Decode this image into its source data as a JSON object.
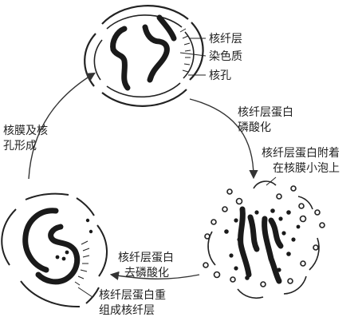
{
  "labels": {
    "lamina": "核纤层",
    "chromatin": "染色质",
    "pore": "核孔",
    "phosphorylation": [
      "核纤层蛋白",
      "磷酸化"
    ],
    "attach": [
      "核纤层蛋白附着",
      "在核膜小泡上"
    ],
    "dephosphorylation": [
      "核纤层蛋白",
      "去磷酸化"
    ],
    "reassembly": [
      "核纤层蛋白重",
      "组成核纤层"
    ],
    "membrane_formation": [
      "核膜及核",
      "孔形成"
    ]
  },
  "colors": {
    "stroke": "#222222",
    "fill": "#1a1a1a"
  }
}
